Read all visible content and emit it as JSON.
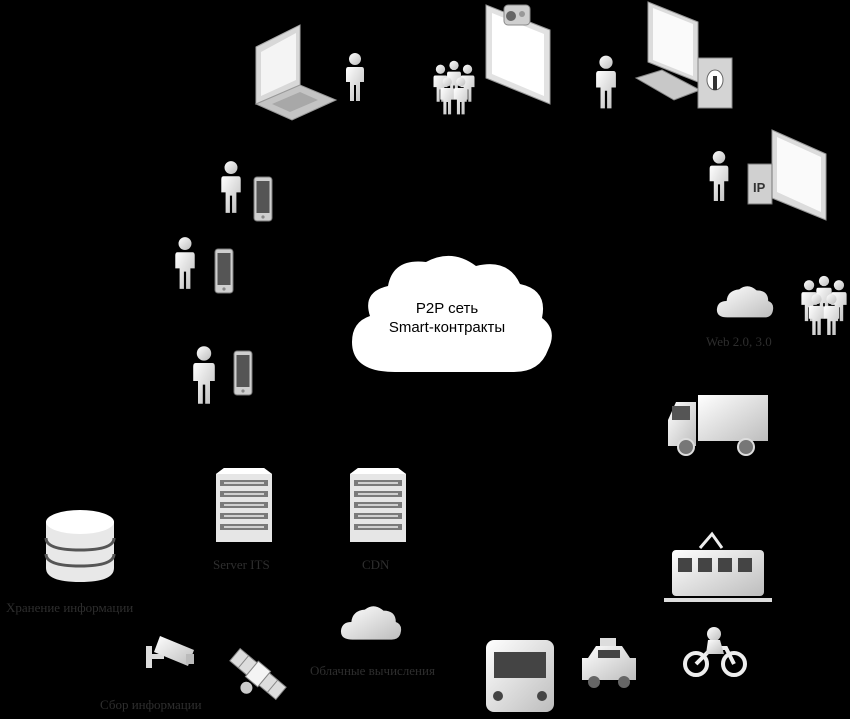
{
  "center_cloud": {
    "line1": "P2P сеть",
    "line2": "Smart-контракты"
  },
  "captions": {
    "web": "Web 2.0, 3.0",
    "server_its": "Server ITS",
    "cdn": "CDN",
    "storage": "Хранение информации",
    "cloud_computing": "Облачные вычисления",
    "data_collection": "Сбор информации"
  },
  "icons": [
    "laptop-icon",
    "person-icon",
    "group-icon",
    "video-terminal-icon",
    "desktop-computer-icon",
    "ip-monitor-icon",
    "smartphone-icon",
    "cloud-icon",
    "truck-icon",
    "tram-icon",
    "bus-icon",
    "taxi-icon",
    "motorcycle-icon",
    "server-rack-icon",
    "database-icon",
    "cctv-camera-icon",
    "satellite-icon"
  ],
  "colors": {
    "background": "#000000",
    "icon_fill": "#f2f2f2",
    "caption": "#2e2e2e"
  }
}
